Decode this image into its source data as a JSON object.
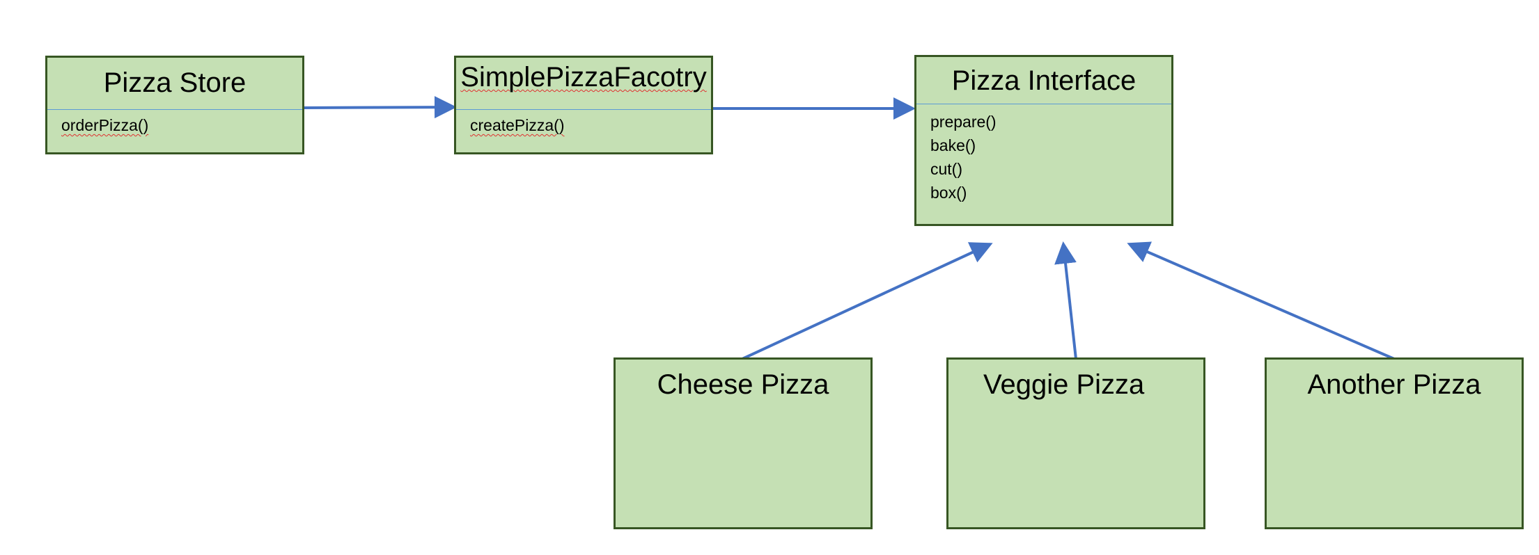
{
  "classes": {
    "pizza_store": {
      "title": "Pizza Store",
      "method": "orderPizza()"
    },
    "factory": {
      "title": "SimplePizzaFacotry",
      "method": "createPizza()"
    },
    "pizza_interface": {
      "title": "Pizza Interface",
      "methods": [
        "prepare()",
        "bake()",
        "cut()",
        "box()"
      ]
    },
    "cheese_pizza": {
      "title": "Cheese Pizza"
    },
    "veggie_pizza": {
      "title": "Veggie Pizza"
    },
    "another_pizza": {
      "title": "Another Pizza"
    }
  },
  "colors": {
    "box_fill": "#c5e0b4",
    "box_border": "#375623",
    "divider": "#5b9bd5",
    "arrow": "#4472c4"
  }
}
